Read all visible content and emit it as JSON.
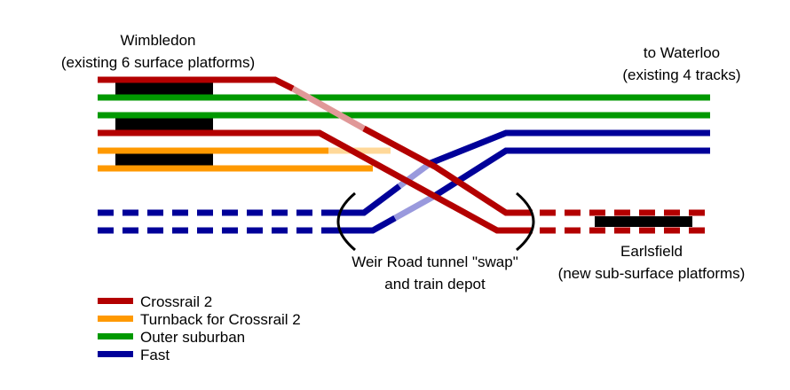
{
  "labels": {
    "wimbledon_title": "Wimbledon",
    "wimbledon_sub": "(existing 6 surface platforms)",
    "waterloo_title": "to Waterloo",
    "waterloo_sub": "(existing 4 tracks)",
    "weir_line1": "Weir Road tunnel \"swap\"",
    "weir_line2": "and train depot",
    "earlsfield_title": "Earlsfield",
    "earlsfield_sub": "(new sub-surface platforms)"
  },
  "legend": [
    {
      "label": "Crossrail 2",
      "color": "#b30000"
    },
    {
      "label": "Turnback for Crossrail 2",
      "color": "#ff9900"
    },
    {
      "label": "Outer suburban",
      "color": "#009900"
    },
    {
      "label": "Fast",
      "color": "#000099"
    }
  ],
  "colors": {
    "crossrail2": "#b30000",
    "crossrail2_faded": "#e09898",
    "turnback": "#ff9900",
    "turnback_faded": "#ffd899",
    "outer_suburban": "#009900",
    "fast": "#000099",
    "fast_faded": "#9999dd",
    "platform": "#000000"
  }
}
